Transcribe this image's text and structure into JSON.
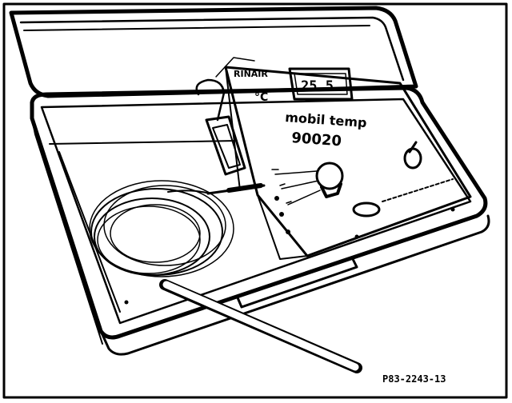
{
  "figure": {
    "brand": "RINAIR",
    "unit_symbol": "°C",
    "display_reading": "25.5",
    "model_name": "mobil temp",
    "model_number": "90020",
    "figure_id": "P83-2243-13"
  }
}
